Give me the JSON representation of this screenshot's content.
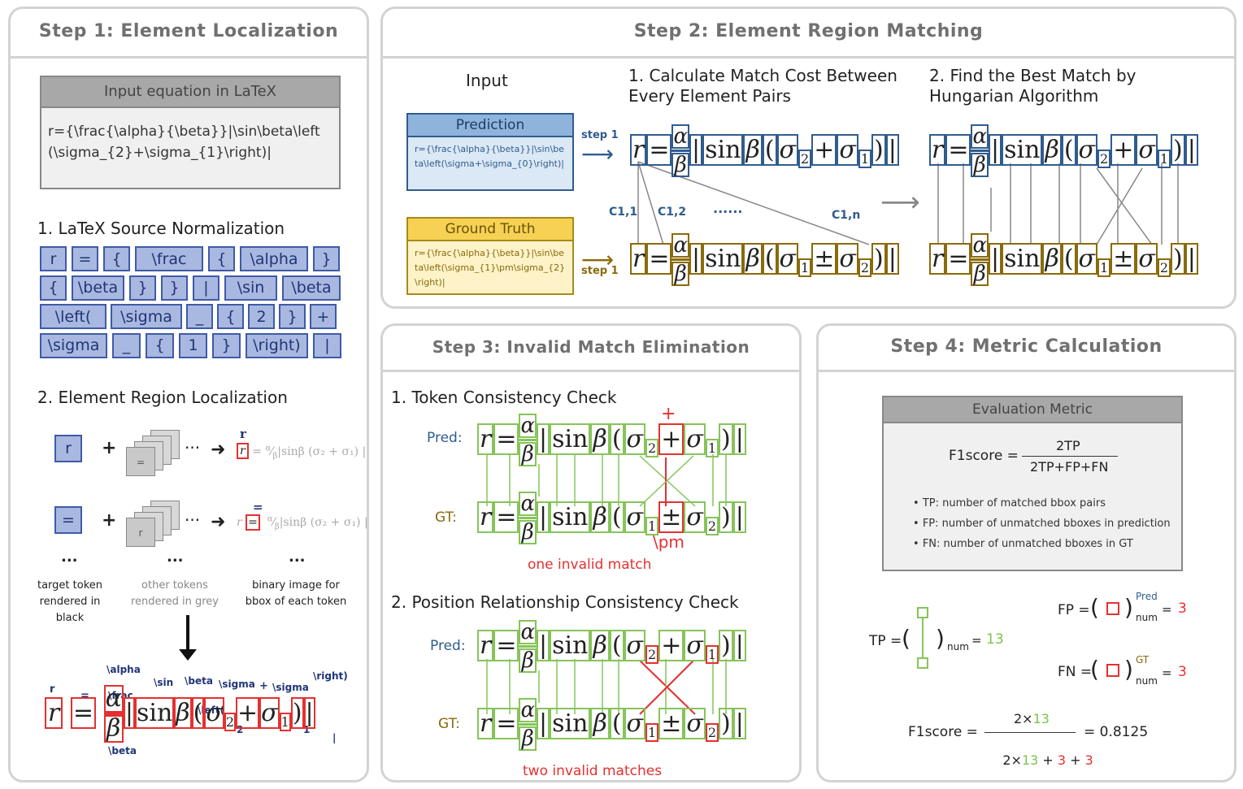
{
  "step1": {
    "title": "Step 1: Element Localization",
    "input_header": "Input equation in LaTeX",
    "input_latex": "r={\\frac{\\alpha}{\\beta}}|\\sin\\beta\\left(\\sigma_{2}+\\sigma_{1}\\right)|",
    "norm_heading": "1. LaTeX Source Normalization",
    "token_rows": [
      [
        "r",
        "=",
        "{",
        "\\frac",
        "{",
        "\\alpha",
        "}"
      ],
      [
        "{",
        "\\beta",
        "}",
        "}",
        "|",
        "\\sin",
        "\\beta"
      ],
      [
        "\\left(",
        "\\sigma",
        "_",
        "{",
        "2",
        "}",
        "+"
      ],
      [
        "\\sigma",
        "_",
        "{",
        "1",
        "}",
        "\\right)",
        "|"
      ]
    ],
    "loc_heading": "2. Element Region Localization",
    "example_tokens": [
      "r",
      "="
    ],
    "plus": "+",
    "dots": "···",
    "ellipsis": "...",
    "grey_tile_labels": [
      "=",
      "r"
    ],
    "caption_target": "target token\nrendered in black",
    "caption_other": "other tokens\nrendered in grey",
    "caption_binary": "binary image for\nbbox of each token",
    "labels_above": [
      "r",
      "=",
      "\\alpha",
      "\\frac",
      "\\sin",
      "\\beta",
      "\\sigma",
      "+",
      "\\sigma",
      "\\right)"
    ],
    "labels_below": [
      "\\beta",
      "\\left(",
      "2",
      "1",
      "|"
    ]
  },
  "step2": {
    "title": "Step 2: Element Region Matching",
    "input_label": "Input",
    "pred_header": "Prediction",
    "pred_latex": "r={\\frac{\\alpha}{\\beta}}|\\sin\\beta\\left(\\sigma+\\sigma_{0}\\right)|",
    "gt_header": "Ground Truth",
    "gt_latex": "r={\\frac{\\alpha}{\\beta}}|\\sin\\beta\\left(\\sigma_{1}\\pm\\sigma_{2}\\right)|",
    "step1_label": "step 1",
    "sub1": "1. Calculate Match Cost Between\nEvery Element Pairs",
    "sub2": "2. Find the Best Match by\nHungarian Algorithm",
    "cost_labels": [
      "C1,1",
      "C1,2",
      "C1,n"
    ],
    "dots": "······"
  },
  "step3": {
    "title": "Step 3: Invalid Match Elimination",
    "check1": "1. Token Consistency Check",
    "check2": "2. Position Relationship Consistency Check",
    "pred_label": "Pred:",
    "gt_label": "GT:",
    "plus_label": "+",
    "pm_label": "\\pm",
    "invalid1": "one invalid match",
    "invalid2": "two invalid matches"
  },
  "step4": {
    "title": "Step 4: Metric Calculation",
    "metric_header": "Evaluation Metric",
    "f1_label": "F1score =",
    "f1_num": "2TP",
    "f1_den": "2TP+FP+FN",
    "bullets": [
      "TP:  number of matched bbox pairs",
      "FP: number of unmatched bboxes in prediction",
      "FN: number of unmatched bboxes in GT"
    ],
    "tp_label": "TP =",
    "tp_sub": "num",
    "tp_value": "13",
    "fp_label": "FP =",
    "fp_sup": "Pred",
    "fp_sub": "num",
    "fp_value": "3",
    "fn_label": "FN =",
    "fn_sup": "GT",
    "fn_sub": "num",
    "fn_value": "3",
    "final_label": "F1score  =",
    "final_num_a": "2×",
    "final_num_b": "13",
    "final_den_a": "2×",
    "final_den_b": "13",
    "final_den_c": " + ",
    "final_den_d": "3",
    "final_den_e": " + ",
    "final_den_f": "3",
    "final_result": "= 0.8125"
  },
  "colors": {
    "pred_blue": "#2f5c8e",
    "gt_gold": "#8a6a0a",
    "invalid_red": "#e53030",
    "valid_green": "#86c45a",
    "token_fill": "#a9b8e0"
  }
}
